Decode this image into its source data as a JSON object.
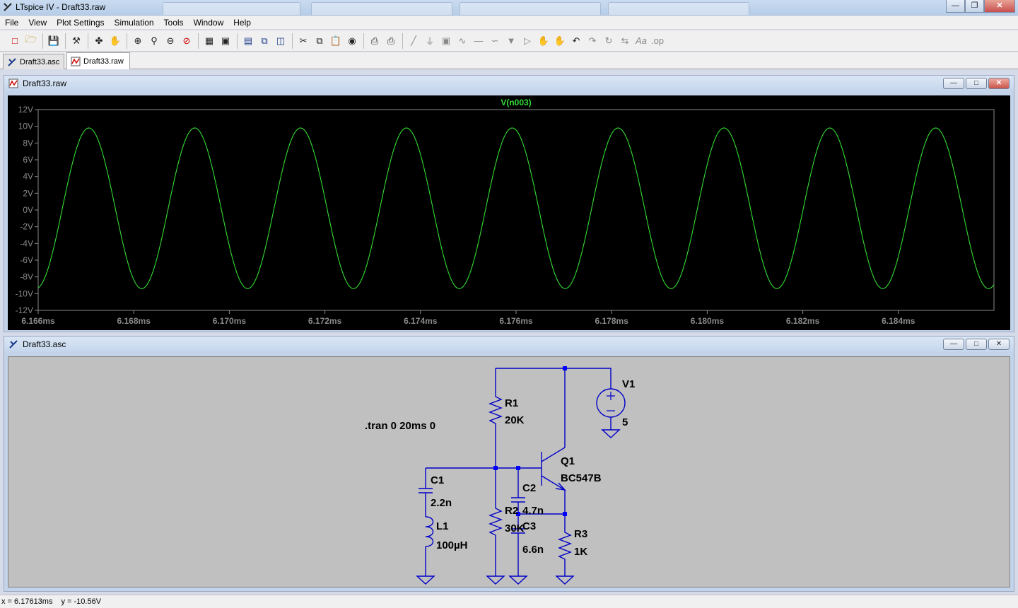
{
  "app": {
    "title": "LTspice IV - Draft33.raw"
  },
  "menu": [
    "File",
    "View",
    "Plot Settings",
    "Simulation",
    "Tools",
    "Window",
    "Help"
  ],
  "doc_tabs": [
    {
      "label": "Draft33.asc",
      "icon": "schematic-icon",
      "active": false
    },
    {
      "label": "Draft33.raw",
      "icon": "waveform-icon",
      "active": true
    }
  ],
  "plot_window": {
    "title": "Draft33.raw",
    "trace_name": "V(n003)",
    "trace_color": "#33dd33",
    "y_ticks": [
      "12V",
      "10V",
      "8V",
      "6V",
      "4V",
      "2V",
      "0V",
      "-2V",
      "-4V",
      "-6V",
      "-8V",
      "-10V",
      "-12V"
    ],
    "x_ticks": [
      "6.166ms",
      "6.168ms",
      "6.170ms",
      "6.172ms",
      "6.174ms",
      "6.176ms",
      "6.178ms",
      "6.180ms",
      "6.182ms",
      "6.184ms"
    ]
  },
  "chart_data": {
    "type": "line",
    "title": "V(n003)",
    "xlabel": "",
    "ylabel": "",
    "xlim": [
      6.166,
      6.186
    ],
    "ylim": [
      -12,
      12
    ],
    "x_unit": "ms",
    "y_unit": "V",
    "grid": false,
    "series": [
      {
        "name": "V(n003)",
        "color": "#33dd33",
        "waveform": "sine",
        "amplitude": 9.6,
        "offset": 0.2,
        "period_ms": 0.002215,
        "first_peak_ms": 6.16706
      }
    ]
  },
  "schematic_window": {
    "title": "Draft33.asc",
    "directive": ".tran 0 20ms 0",
    "components": [
      {
        "ref": "V1",
        "value": "5"
      },
      {
        "ref": "R1",
        "value": "20K"
      },
      {
        "ref": "Q1",
        "value": "BC547B"
      },
      {
        "ref": "C1",
        "value": "2.2n"
      },
      {
        "ref": "L1",
        "value": "100µH"
      },
      {
        "ref": "C2",
        "value": "4.7n"
      },
      {
        "ref": "R2",
        "value": "30K"
      },
      {
        "ref": "C3",
        "value": "6.6n"
      },
      {
        "ref": "R3",
        "value": "1K"
      }
    ],
    "wire_color": "#0000c8",
    "junction_color": "#0000ff"
  },
  "status": {
    "x": "x = 6.17613ms",
    "y": "y = -10.56V"
  }
}
